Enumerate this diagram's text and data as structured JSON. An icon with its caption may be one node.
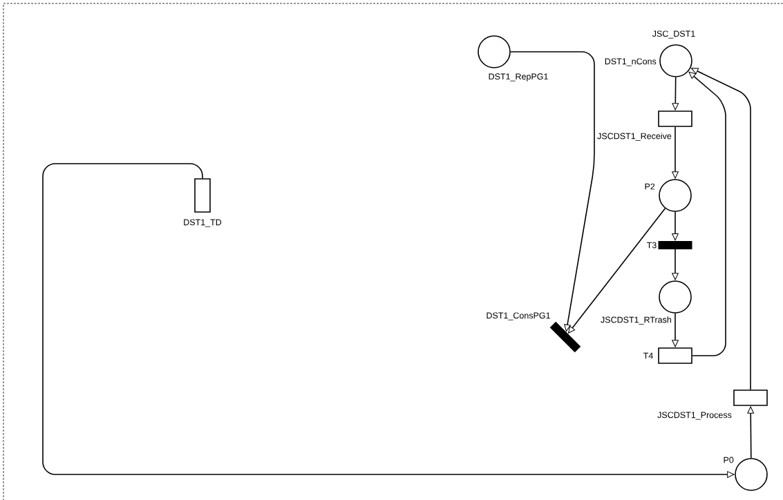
{
  "diagram": {
    "nodes": [
      {
        "text": [],
        "shape": "circle",
        "beside": [
          "DST1_RepPG1"
        ]
      },
      {
        "text": [],
        "shape": "circle",
        "beside": [
          "JSC_DST1",
          "DST1_nCons"
        ]
      },
      {
        "text": [],
        "shape": "box",
        "beside": [
          "JSCDST1_Receive"
        ]
      },
      {
        "text": [],
        "shape": "box",
        "beside": [
          "DST1_TD"
        ]
      },
      {
        "text": [],
        "shape": "circle",
        "beside": [
          "P2"
        ]
      },
      {
        "text": [],
        "shape": "bar",
        "beside": [
          "T3"
        ]
      },
      {
        "text": [],
        "shape": "circle",
        "beside": [
          "JSCDST1_RTrash"
        ]
      },
      {
        "text": [],
        "shape": "bar",
        "beside": [
          "DST1_ConsPG1"
        ]
      },
      {
        "text": [],
        "shape": "box",
        "beside": [
          "T4"
        ]
      },
      {
        "text": [],
        "shape": "box",
        "beside": [
          "JSCDST1_Process"
        ]
      },
      {
        "text": [],
        "shape": "circle",
        "beside": [
          "P0"
        ]
      }
    ],
    "edges": [
      {
        "from": 0,
        "to": 7,
        "arrow": "to"
      },
      {
        "from": 4,
        "to": 7,
        "arrow": "to"
      },
      {
        "from": 1,
        "to": 2,
        "arrow": "to"
      },
      {
        "from": 2,
        "to": 4,
        "arrow": "to"
      },
      {
        "from": 4,
        "to": 5,
        "arrow": "to"
      },
      {
        "from": 5,
        "to": 6,
        "arrow": "to"
      },
      {
        "from": 6,
        "to": 8,
        "arrow": "to"
      },
      {
        "from": 8,
        "to": 1,
        "arrow": "to"
      },
      {
        "from": 9,
        "to": 1,
        "arrow": "to"
      },
      {
        "from": 10,
        "to": 9,
        "arrow": "to"
      },
      {
        "from": 3,
        "to": 10,
        "arrow": "to"
      }
    ]
  }
}
